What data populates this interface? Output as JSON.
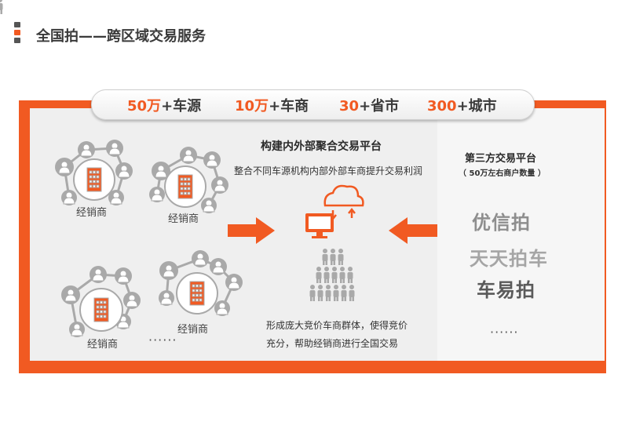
{
  "title": "全国拍——跨区域交易服务",
  "stats": [
    {
      "num": "50万",
      "text": "+车源"
    },
    {
      "num": "10万",
      "text": "+车商"
    },
    {
      "num": "30",
      "text": "+省市"
    },
    {
      "num": "300",
      "text": "+城市"
    }
  ],
  "dealer_label": "经销商",
  "ellipsis": "······",
  "platform": {
    "heading": "构建内外部聚合交易平台",
    "subtitle": "整合不同车源机构内部外部车商提升交易利润",
    "caption_line1": "形成庞大竞价车商群体，使得竞价",
    "caption_line2": "充分，帮助经销商进行全国交易"
  },
  "third_party": {
    "heading": "第三方交易平台",
    "note": "（ 50万左右商户数量 ）",
    "brands": [
      "优信拍",
      "天天拍车",
      "车易拍"
    ],
    "ellipsis": "······"
  },
  "colors": {
    "accent": "#f15a22",
    "icon_gray": "#a9a9a9",
    "dark_text": "#3a3a3a"
  }
}
